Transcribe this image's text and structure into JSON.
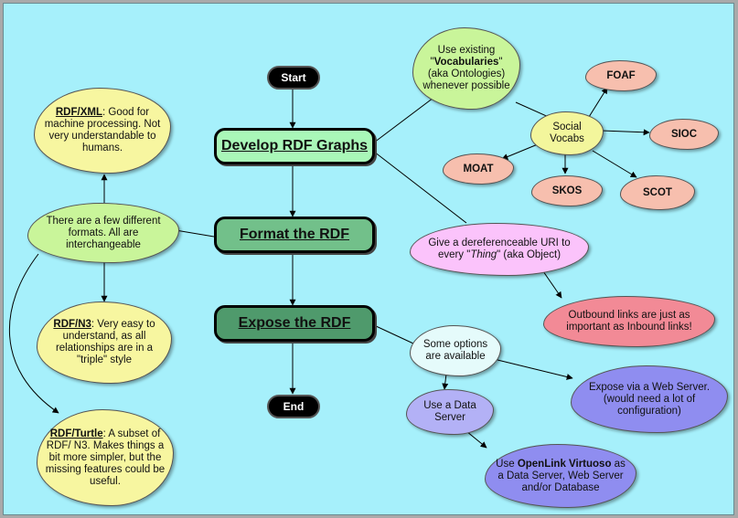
{
  "colors": {
    "background": "#a6f0fb",
    "yellow_cloud": "#f7f6a0",
    "green_cloud": "#c9f59a",
    "salmon_cloud": "#f7bfae",
    "pink_cloud": "#fbc3fb",
    "red_cloud": "#f28a96",
    "light_cyan_cloud": "#e5fbfb",
    "purple_cloud": "#b3b1f6",
    "violet_cloud": "#8f8df0",
    "step1": "#a9f7b8",
    "step2": "#72c08a",
    "step3": "#4f9a6c"
  },
  "terminals": {
    "start": "Start",
    "end": "End"
  },
  "steps": {
    "develop": "Develop RDF Graphs",
    "format": "Format the RDF",
    "expose": "Expose the RDF"
  },
  "formats": {
    "intro": "There are a few different formats. All are interchangeable",
    "rdfxml_title": "RDF/XML",
    "rdfxml_text": ": Good for machine processing. Not very understandable to humans.",
    "rdfn3_title": "RDF/N3",
    "rdfn3_text": ": Very easy to understand, as all relationships are in a \"triple\" style",
    "turtle_title": "RDF/Turtle",
    "turtle_text": ": A subset of RDF/ N3. Makes things a bit more simpler, but the missing features could be useful."
  },
  "vocab": {
    "pre": "Use existing \"",
    "bold": "Vocabularies",
    "post": "\" (aka Ontologies) whenever possible",
    "social": "Social Vocabs",
    "foaf": "FOAF",
    "sioc": "SIOC",
    "moat": "MOAT",
    "skos": "SKOS",
    "scot": "SCOT"
  },
  "uri": {
    "pre": "Give a dereferenceable URI to every \"",
    "italic": "Thing",
    "post": "\" (aka Object)"
  },
  "outbound": "Outbound links are just as important as Inbound links!",
  "expose": {
    "options": "Some options are available",
    "web_server": "Expose via a Web Server. (would need a lot of configuration)",
    "data_server": "Use a Data Server",
    "openlink_pre": "Use ",
    "openlink_bold": "OpenLink Virtuoso",
    "openlink_post": " as a Data Server, Web Server and/or Database"
  }
}
